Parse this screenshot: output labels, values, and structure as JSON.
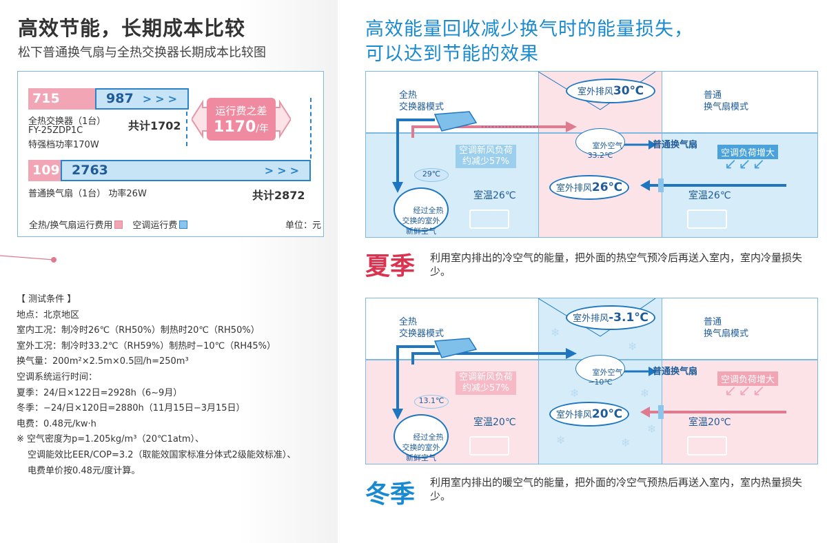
{
  "left": {
    "title": "高效节能，长期成本比较",
    "subtitle": "松下普通换气扇与全热交换器长期成本比较图",
    "erv": {
      "fan_cost": "715",
      "ac_cost": "987",
      "name": "全热交换器（1台）",
      "model": "FY-25ZDP1C",
      "power": "特强档功率170W",
      "total": "共计1702"
    },
    "diff": {
      "label": "运行费之差",
      "value": "1170",
      "unit": "/年"
    },
    "normal": {
      "fan_cost": "109",
      "ac_cost": "2763",
      "name": "普通换气扇（1台） 功率26W",
      "total": "共计2872"
    },
    "legend": {
      "fan": "全热/换气扇运行费用",
      "ac": "空调运行费",
      "unit": "单位：元"
    },
    "conditions": [
      "【 测试条件 】",
      "地点：北京地区",
      "室内工况：制冷时26℃（RH50%）制热时20℃（RH50%）",
      "室外工况：制冷时33.2℃（RH59%）制热时−10℃（RH45%）",
      "换气量：200m²×2.5m×0.5回/h=250m³",
      "空调系统运行时间：",
      "夏季：24/日×122日=2928h（6~9月）",
      "冬季：−24/日×120日=2880h（11月15日−3月15日）",
      "电费：0.48元/kw·h",
      "※ 空气密度为p=1.205kg/m³（20℃1atm）、",
      "空调能效比EER/COP=3.2（取能效国家标准分体式2级能效标准）、",
      "电费单价按0.48元/度计算。"
    ]
  },
  "right": {
    "title_line1": "高效能量回收减少换气时的能量损失，",
    "title_line2": "可以达到节能的效果",
    "summer": {
      "erv_mode": "全热\n交换器模式",
      "normal_mode": "普通\n换气扇模式",
      "exhaust_top_prefix": "室外排风",
      "exhaust_top_value": "30℃",
      "outdoor_air": "室外空气\n33.2℃",
      "normal_fan": "普通换气扇",
      "load_reduce": "空调新风负荷\n约减少57%",
      "load_increase": "空调负荷增大",
      "supply_temp": "29℃",
      "fresh_air": "经过全热\n交换的室外\n新鲜空气",
      "room_temp_left": "室温26℃",
      "room_temp_right": "室温26℃",
      "exhaust_mid_prefix": "室外排风",
      "exhaust_mid_value": "26℃",
      "season": "夏季",
      "desc": "利用室内排出的冷空气的能量，把外面的热空气预冷后再送入室内，室内冷量损失少。"
    },
    "winter": {
      "erv_mode": "全热\n交换器模式",
      "normal_mode": "普通\n换气扇模式",
      "exhaust_top_prefix": "室外排风",
      "exhaust_top_value": "-3.1℃",
      "outdoor_air": "室外空气\n−10℃",
      "normal_fan": "普通换气扇",
      "load_reduce": "空调新风负荷\n约减少57%",
      "load_increase": "空调负荷增大",
      "supply_temp": "13.1℃",
      "fresh_air": "经过全热\n交换的室外\n新鲜空气",
      "room_temp_left": "室温20℃",
      "room_temp_right": "室温20℃",
      "exhaust_mid_prefix": "室外排风",
      "exhaust_mid_value": "20℃",
      "season": "冬季",
      "desc": "利用室内排出的暖空气的能量，把外面的冷空气预热后再送入室内，室内热量损失少。"
    }
  },
  "colors": {
    "blue": "#1a8ad0",
    "dark_blue": "#1e5b98",
    "pink": "#f2a6b5",
    "red": "#d9334f",
    "light_blue": "#d6ecf9",
    "light_pink": "#fbe3e8"
  }
}
